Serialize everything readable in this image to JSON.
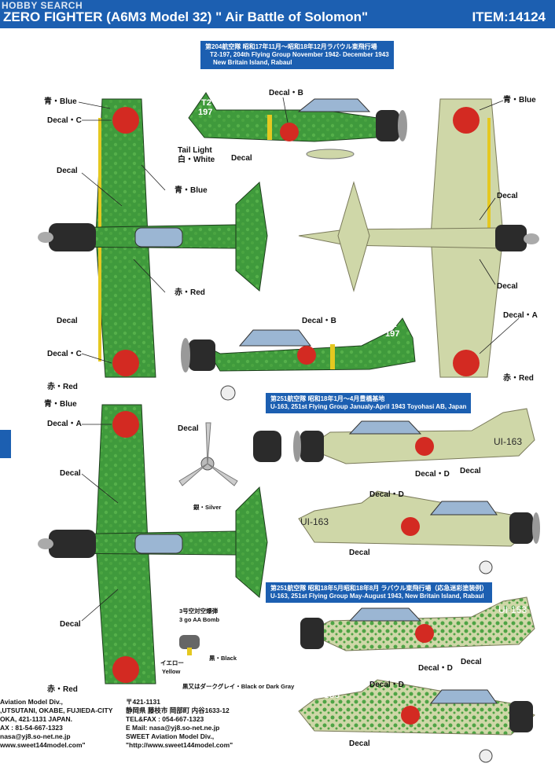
{
  "header": {
    "watermark": "HOBBY SEARCH",
    "title": "ZERO FIGHTER (A6M3 Model 32) \" Air Battle of Solomon\"",
    "item": "ITEM:14124"
  },
  "captions": {
    "c1": [
      "第204航空隊 昭和17年11月～昭和18年12月ラバウル東飛行場",
      "T2-197,  204th Flying Group  November 1942- December 1943",
      "New Britain Island, Rabaul"
    ],
    "c2": [
      "第251航空隊 昭和18年1月～4月豊橋基地",
      "U-163,  251st Flying Group  Janualy-April 1943  Toyohasi AB, Japan"
    ],
    "c3": [
      "第251航空隊 昭和18年5月昭和18年8月 ラバウル東飛行場（応急迷彩塗装例）",
      "U-163,  251st Flying Group  May-August 1943,  New Britain Island, Rabaul"
    ]
  },
  "labels": {
    "blue_top_left": "青・Blue",
    "decal_c_1": "Decal・C",
    "decal_1": "Decal",
    "blue_mid": "青・Blue",
    "red_mid": "赤・Red",
    "decal_2": "Decal",
    "decal_c_2": "Decal・C",
    "red_bottom_left": "赤・Red",
    "decal_b_1": "Decal・B",
    "tail_light": "Tail Light",
    "white": "白・White",
    "decal_3": "Decal",
    "decal_b_2": "Decal・B",
    "blue_right": "青・Blue",
    "decal_r1": "Decal",
    "decal_r2": "Decal",
    "decal_a_right": "Decal・A",
    "red_right": "赤・Red",
    "blue_sec2": "青・Blue",
    "decal_a_sec2": "Decal・A",
    "decal_sec2_1": "Decal",
    "decal_sec2_2": "Decal",
    "red_sec2": "赤・Red",
    "decal_prop": "Decal",
    "silver": "銀・Silver",
    "bomb_jp": "3号空対空爆弾",
    "bomb_en": "3 go AA Bomb",
    "black": "黒・Black",
    "yellow_jp": "イエロー",
    "yellow_en": "Yellow",
    "black_or_gray": "黒又はダークグレイ・Black or Dark Gray",
    "decal_d_1": "Decal・D",
    "decal_4": "Decal",
    "decal_d_2": "Decal・D",
    "decal_5": "Decal",
    "decal_d_3": "Decal・D",
    "decal_6": "Decal",
    "decal_d_4": "Decal・D",
    "decal_7": "Decal",
    "tail_t2": "T2",
    "tail_197": "197",
    "tail_u163": "UI-163"
  },
  "footer_left": [
    "Aviation Model Div.,",
    ",UTSUTANI, OKABE, FUJIEDA-CITY",
    "OKA, 421-1131 JAPAN.",
    "AX : 81-54-667-1323",
    "nasa@yj8.so-net.ne.jp",
    "www.sweet144model.com\""
  ],
  "footer_right": [
    "〒421-1131",
    "静岡県 藤枝市 岡部町 内谷1633-12",
    "TEL&FAX : 054-667-1323",
    "E Mail: nasa@yj8.so-net.ne.jp",
    "SWEET  Aviation Model Div.,",
    "\"http://www.sweet144model.com\""
  ],
  "colors": {
    "header_blue": "#1c5fb1",
    "zero_green": "#3f9a3c",
    "zero_green_light": "#55b04a",
    "underside_gray_green": "#cfd7a8",
    "hinomaru_red": "#d32a22",
    "cowl_black": "#2b2b2b",
    "yellow_band": "#e5c820"
  }
}
